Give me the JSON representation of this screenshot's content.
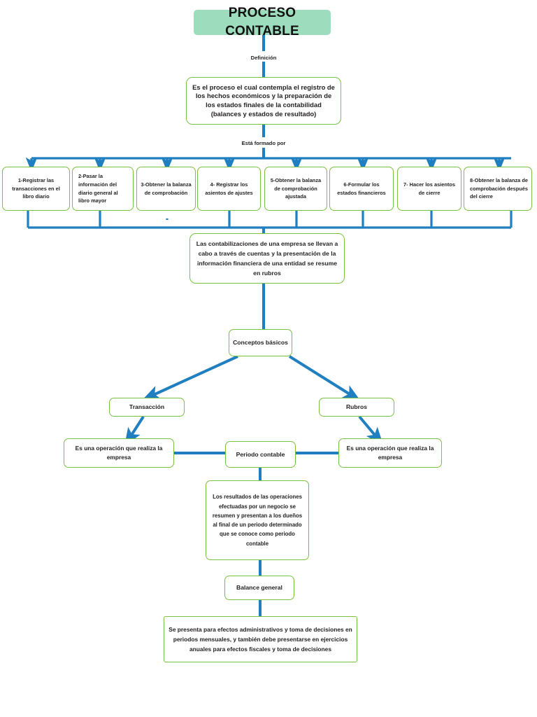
{
  "diagram": {
    "type": "flowchart",
    "title": "PROCESO CONTABLE",
    "colors": {
      "title_fill": "#9EDCBE",
      "node_border": "#7AC143",
      "node_fill": "#FFFFFF",
      "connector": "#1F7FC0",
      "text": "#231F20"
    },
    "edge_labels": {
      "definicion": "Definición",
      "esta_formado_por": "Está formado por"
    },
    "nodes": {
      "title": "PROCESO CONTABLE",
      "definition": "Es el proceso el cual contempla el registro de los hechos económicos y la preparación de los estados finales de la contabilidad (balances y estados de resultado)",
      "steps": [
        "1-Registrar las transacciones en el libro diario",
        "2-Pasar la información del diario general al libro mayor",
        "3-Obtener la balanza de comprobación",
        "4- Registrar los asientos de ajustes",
        "5-Obtener la balanza de comprobación ajustada",
        "6-Formular los estados financieros",
        "7- Hacer los asientos de cierre",
        "8-Obtener la balanza de comprobación después del cierre"
      ],
      "contabilizaciones": "Las contabilizaciones de una empresa se llevan a cabo a través de cuentas y la presentación de la información financiera de una entidad se resume en rubros",
      "conceptos_basicos": "Conceptos básicos",
      "transaccion": "Transacción",
      "rubros": "Rubros",
      "transaccion_def": "Es una operación que realiza la empresa",
      "rubros_def": "Es una operación que realiza la empresa",
      "periodo_contable": "Periodo contable",
      "resultados": "Los resultados de las operaciones efectuadas por un negocio se resumen y presentan a los dueños al final de un periodo determinado que se conoce como periodo contable",
      "balance_general": "Balance general",
      "balance_general_def": "Se presenta para efectos administrativos y toma de decisiones en periodos mensuales, y también debe presentarse en ejercicios anuales para efectos fiscales y toma de decisiones"
    }
  }
}
